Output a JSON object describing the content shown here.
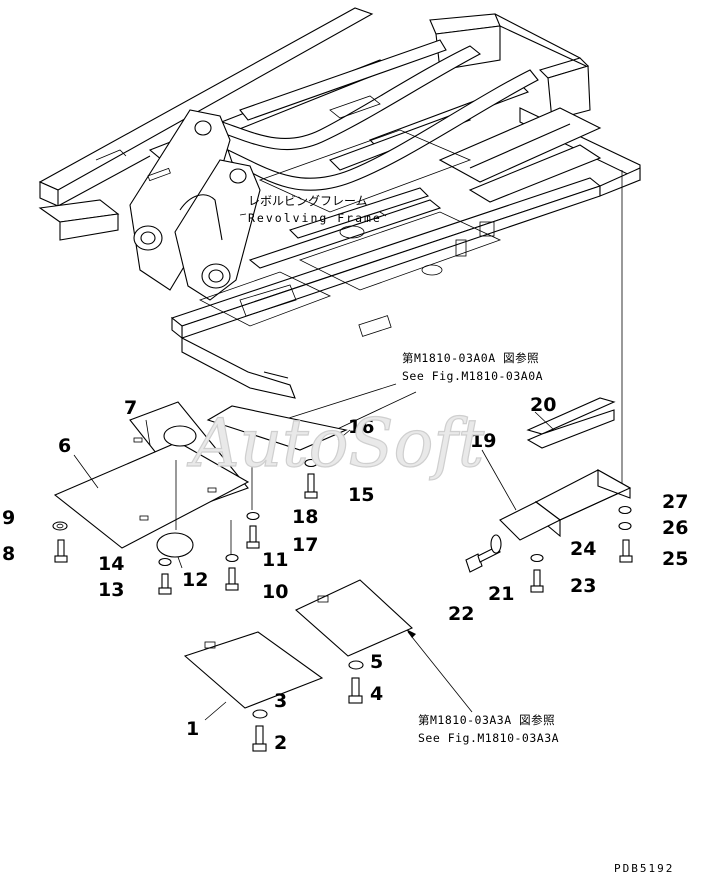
{
  "frame": {
    "label_jp": "レボルビングフレーム",
    "label_en": "Revolving Frame"
  },
  "references": [
    {
      "jp": "第M1810-03A0A 図参照",
      "en": "See Fig.M1810-03A0A"
    },
    {
      "jp": "第M1810-03A3A 図参照",
      "en": "See Fig.M1810-03A3A"
    }
  ],
  "watermark": "AutoSoft",
  "drawing_code": "PDB5192",
  "part_numbers": [
    "1",
    "2",
    "3",
    "4",
    "5",
    "6",
    "7",
    "8",
    "9",
    "10",
    "11",
    "12",
    "13",
    "14",
    "15",
    "16",
    "17",
    "18",
    "19",
    "20",
    "21",
    "22",
    "23",
    "24",
    "25",
    "26",
    "27"
  ]
}
